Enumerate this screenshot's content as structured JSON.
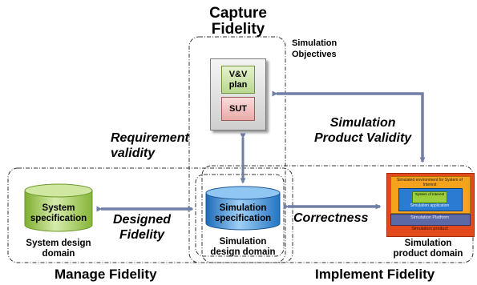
{
  "titles": {
    "capture_line1": "Capture",
    "capture_line2": "Fidelity",
    "manage": "Manage Fidelity",
    "implement": "Implement Fidelity"
  },
  "labels": {
    "simulation_objectives_line1": "Simulation",
    "simulation_objectives_line2": "Objectives",
    "requirement_validity_line1": "Requirement",
    "requirement_validity_line2": "validity",
    "simulation_product_validity_line1": "Simulation",
    "simulation_product_validity_line2": "Product Validity",
    "designed_fidelity_line1": "Designed",
    "designed_fidelity_line2": "Fidelity",
    "correctness": "Correctness"
  },
  "nodes": {
    "vv_plan_line1": "V&V",
    "vv_plan_line2": "plan",
    "sut": "SUT",
    "system_spec_line1": "System",
    "system_spec_line2": "specification",
    "system_design_domain_line1": "System design",
    "system_design_domain_line2": "domain",
    "simulation_spec_line1": "Simulation",
    "simulation_spec_line2": "specification",
    "simulation_design_domain_line1": "Simulation",
    "simulation_design_domain_line2": "design domain",
    "simulation_product_domain_line1": "Simulation",
    "simulation_product_domain_line2": "product domain"
  },
  "product_diagram": {
    "environment": "Simulated environment for System of Interest",
    "system_of_interest": "System of Interest",
    "application": "Simulation application",
    "platform": "Simulation Platform",
    "product": "Simulation product"
  },
  "colors": {
    "arrow": "#6f7fa6",
    "cylinder_green": "#a9cf5b",
    "cylinder_blue": "#3f8fd6"
  }
}
